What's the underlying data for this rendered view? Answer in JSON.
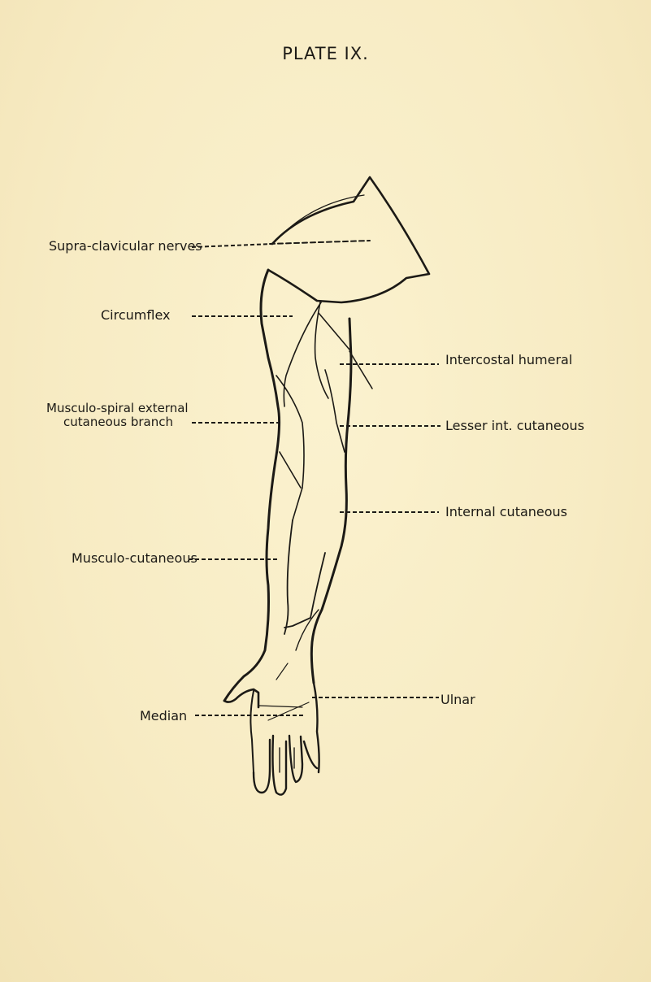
{
  "plate": {
    "title": "PLATE IX."
  },
  "labels": {
    "supra_clavicular": "Supra-clavicular nerves",
    "circumflex": "Circumflex",
    "musculo_spiral_1": "Musculo-spiral external",
    "musculo_spiral_2": "cutaneous branch",
    "musculo_cutaneous": "Musculo-cutaneous",
    "median": "Median",
    "intercostal_humeral": "Intercostal humeral",
    "lesser_int_cutaneous": "Lesser int. cutaneous",
    "internal_cutaneous": "Internal cutaneous",
    "ulnar": "Ulnar"
  },
  "colors": {
    "ink": "#1c1a16",
    "paper": "#f8edc6"
  }
}
